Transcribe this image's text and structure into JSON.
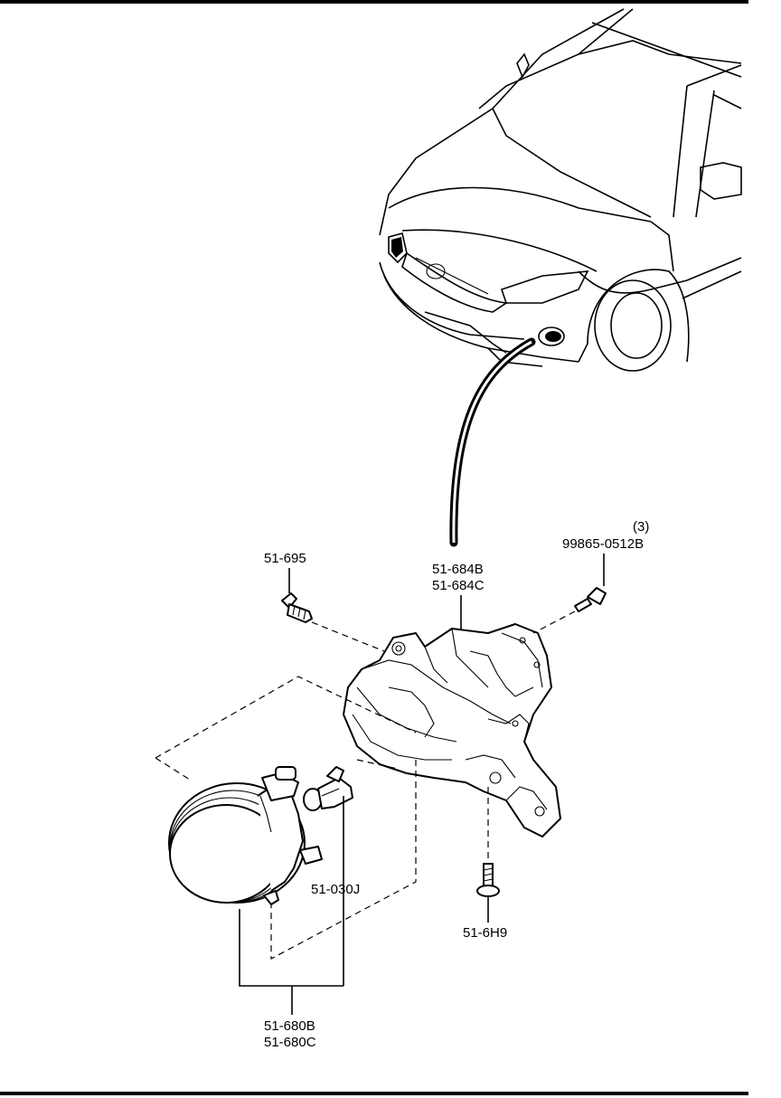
{
  "labels": {
    "bolt_top": "51-695",
    "bracket_b": "51-684B",
    "bracket_c": "51-684C",
    "screw_qty": "(3)",
    "screw_part": "99865-0512B",
    "bulb": "51-030J",
    "screw_bottom": "51-6H9",
    "lamp_b": "51-680B",
    "lamp_c": "51-680C"
  }
}
